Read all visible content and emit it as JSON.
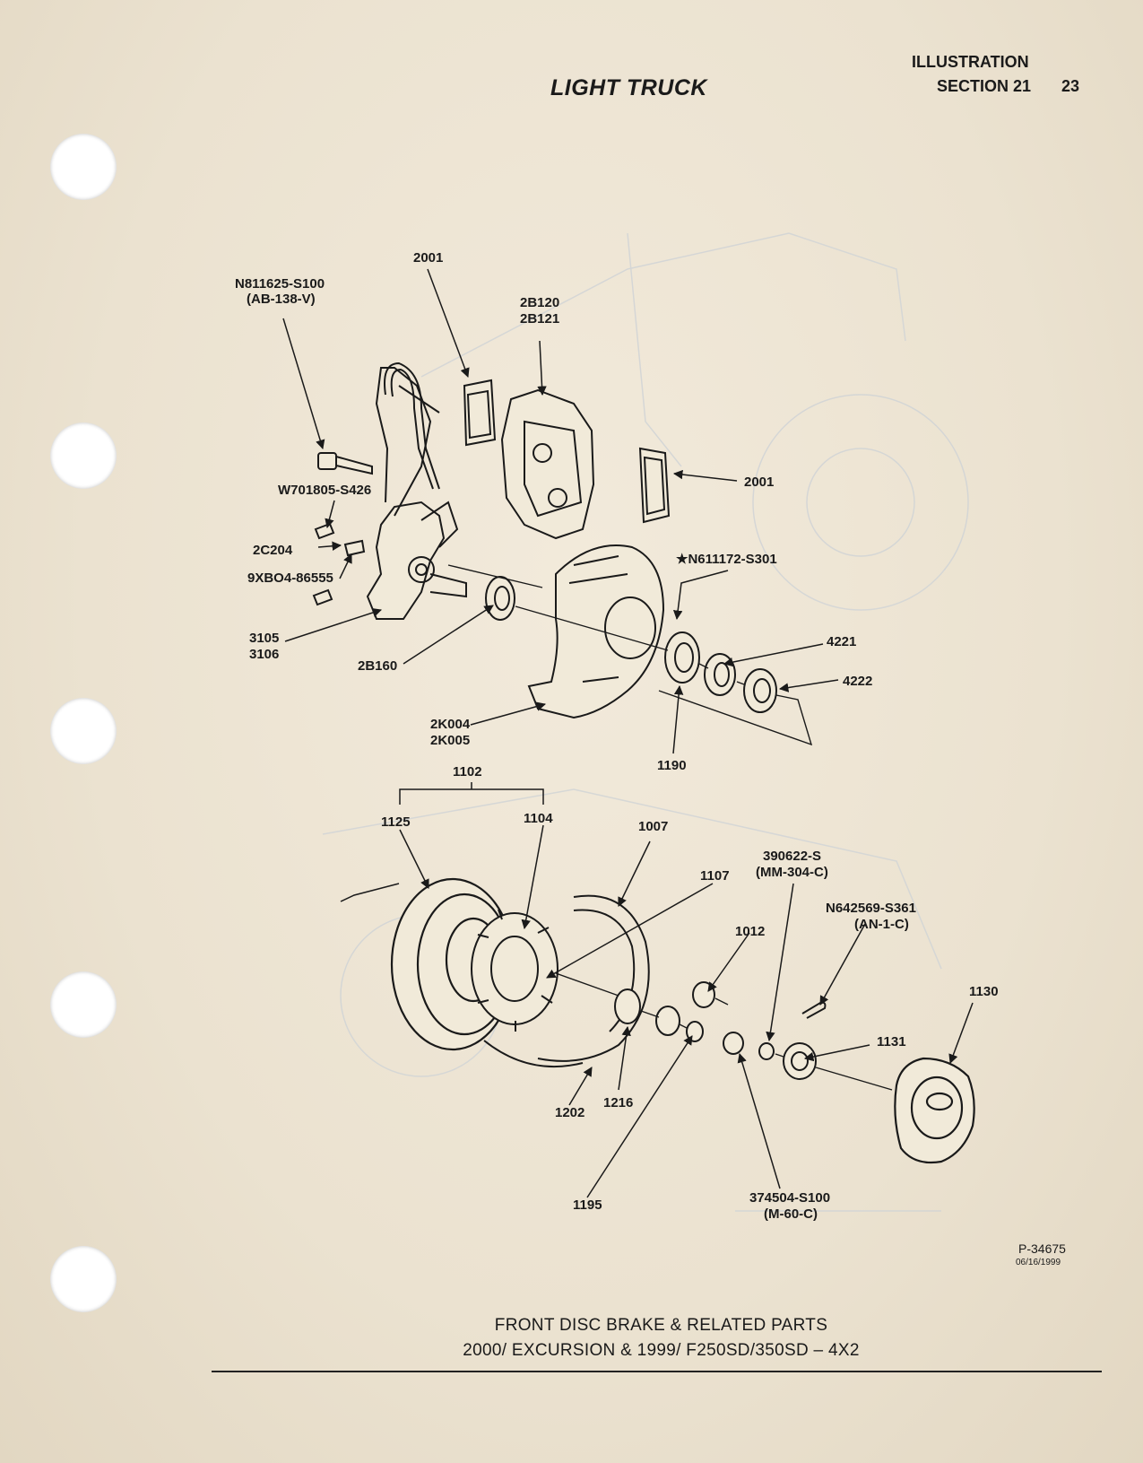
{
  "header": {
    "title": "LIGHT TRUCK",
    "illustration": "ILLUSTRATION",
    "section": "SECTION 21",
    "page": "23"
  },
  "parts": [
    {
      "id": "n811625",
      "text": "N811625-S100"
    },
    {
      "id": "n811625b",
      "text": "(AB-138-V)"
    },
    {
      "id": "p2001a",
      "text": "2001"
    },
    {
      "id": "p2b120",
      "text": "2B120"
    },
    {
      "id": "p2b121",
      "text": "2B121"
    },
    {
      "id": "p2001b",
      "text": "2001"
    },
    {
      "id": "w701805",
      "text": "W701805-S426"
    },
    {
      "id": "p2c204",
      "text": "2C204"
    },
    {
      "id": "p9xb04",
      "text": "9XBO4-86555"
    },
    {
      "id": "n611172",
      "text": "★N611172-S301"
    },
    {
      "id": "p3105",
      "text": "3105"
    },
    {
      "id": "p3106",
      "text": "3106"
    },
    {
      "id": "p2b160",
      "text": "2B160"
    },
    {
      "id": "p4221",
      "text": "4221"
    },
    {
      "id": "p4222",
      "text": "4222"
    },
    {
      "id": "p2k004",
      "text": "2K004"
    },
    {
      "id": "p2k005",
      "text": "2K005"
    },
    {
      "id": "p1190",
      "text": "1190"
    },
    {
      "id": "p1102",
      "text": "1102"
    },
    {
      "id": "p1125",
      "text": "1125"
    },
    {
      "id": "p1104",
      "text": "1104"
    },
    {
      "id": "p1007",
      "text": "1007"
    },
    {
      "id": "p390622",
      "text": "390622-S"
    },
    {
      "id": "p390622b",
      "text": "(MM-304-C)"
    },
    {
      "id": "p1107",
      "text": "1107"
    },
    {
      "id": "n642569",
      "text": "N642569-S361"
    },
    {
      "id": "n642569b",
      "text": "(AN-1-C)"
    },
    {
      "id": "p1012",
      "text": "1012"
    },
    {
      "id": "p1130",
      "text": "1130"
    },
    {
      "id": "p1131",
      "text": "1131"
    },
    {
      "id": "p1216",
      "text": "1216"
    },
    {
      "id": "p1202",
      "text": "1202"
    },
    {
      "id": "p1195",
      "text": "1195"
    },
    {
      "id": "p374504",
      "text": "374504-S100"
    },
    {
      "id": "p374504b",
      "text": "(M-60-C)"
    }
  ],
  "footer": {
    "ref": "P-34675",
    "date": "06/16/1999",
    "caption_line1": "FRONT DISC BRAKE & RELATED PARTS",
    "caption_line2": "2000/ EXCURSION & 1999/ F250SD/350SD – 4X2"
  }
}
